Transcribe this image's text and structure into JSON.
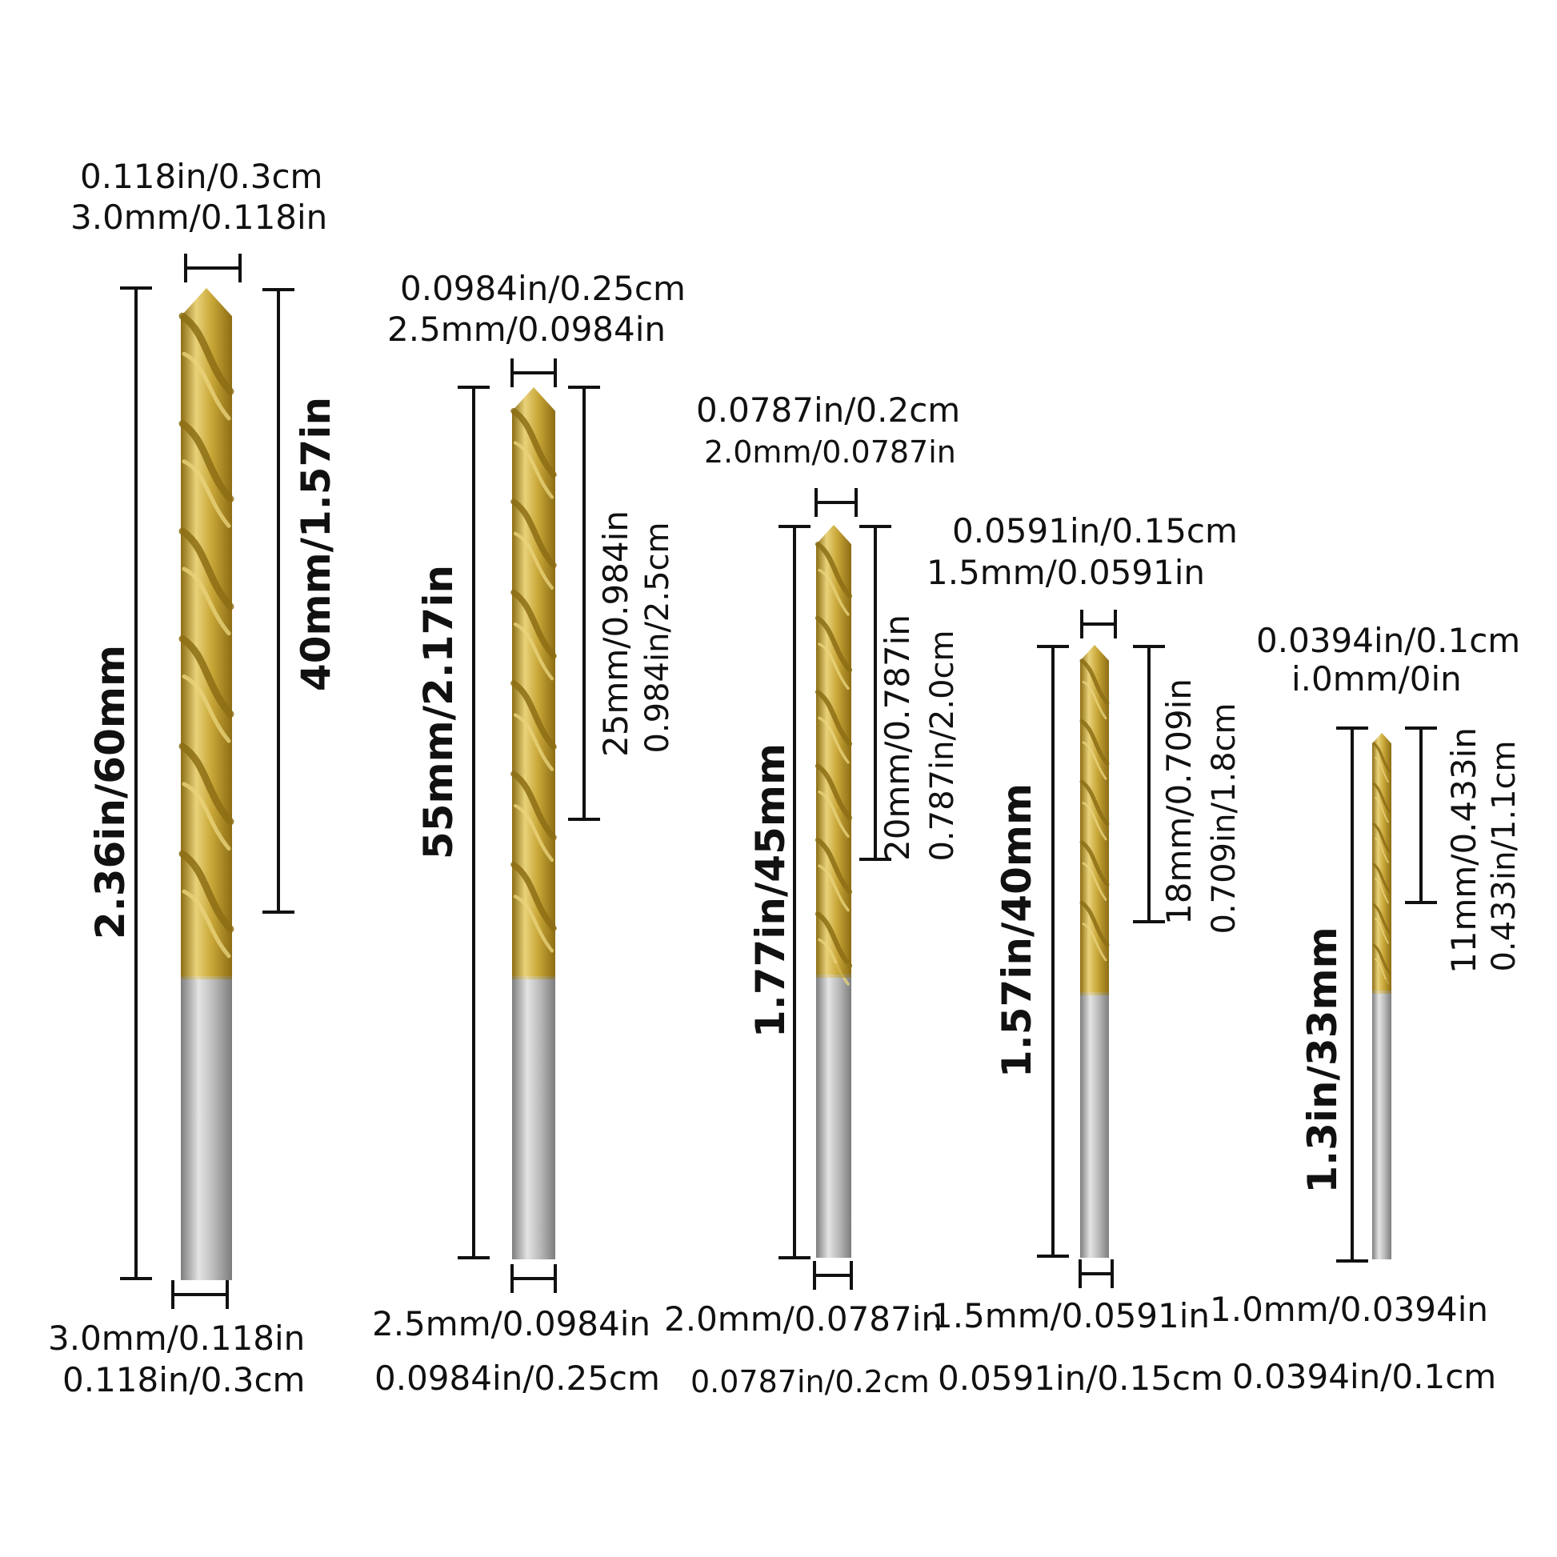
{
  "bits": [
    {
      "top_in_cm": "0.118in/0.3cm",
      "top_mm_in": "3.0mm/0.118in",
      "total_length": "2.36in/60mm",
      "flute_a": "40mm/1.57in",
      "flute_b": "",
      "bottom_mm_in": "3.0mm/0.118in",
      "bottom_in_cm": "0.118in/0.3cm"
    },
    {
      "top_in_cm": "0.0984in/0.25cm",
      "top_mm_in": "2.5mm/0.0984in",
      "total_length": "55mm/2.17in",
      "flute_a": "25mm/0.984in",
      "flute_b": "0.984in/2.5cm",
      "bottom_mm_in": "2.5mm/0.0984in",
      "bottom_in_cm": "0.0984in/0.25cm"
    },
    {
      "top_in_cm": "0.0787in/0.2cm",
      "top_mm_in": "2.0mm/0.0787in",
      "total_length": "1.77in/45mm",
      "flute_a": "20mm/0.787in",
      "flute_b": "0.787in/2.0cm",
      "bottom_mm_in": "2.0mm/0.0787in",
      "bottom_in_cm": "0.0787in/0.2cm"
    },
    {
      "top_in_cm": "0.0591in/0.15cm",
      "top_mm_in": "1.5mm/0.0591in",
      "total_length": "1.57in/40mm",
      "flute_a": "18mm/0.709in",
      "flute_b": "0.709in/1.8cm",
      "bottom_mm_in": "1.5mm/0.0591in",
      "bottom_in_cm": "0.0591in/0.15cm"
    },
    {
      "top_in_cm": "0.0394in/0.1cm",
      "top_mm_in": "i.0mm/0in",
      "total_length": "1.3in/33mm",
      "flute_a": "11mm/0.433in",
      "flute_b": "0.433in/1.1cm",
      "bottom_mm_in": "1.0mm/0.0394in",
      "bottom_in_cm": "0.0394in/0.1cm"
    }
  ],
  "colors": {
    "gold_light": "#e8d27a",
    "gold_mid": "#c9a738",
    "gold_dark": "#8c6d14",
    "shank_light": "#e4e4e4",
    "shank_mid": "#b9b9b9",
    "shank_dark": "#7d7d7d",
    "line": "#111111"
  }
}
